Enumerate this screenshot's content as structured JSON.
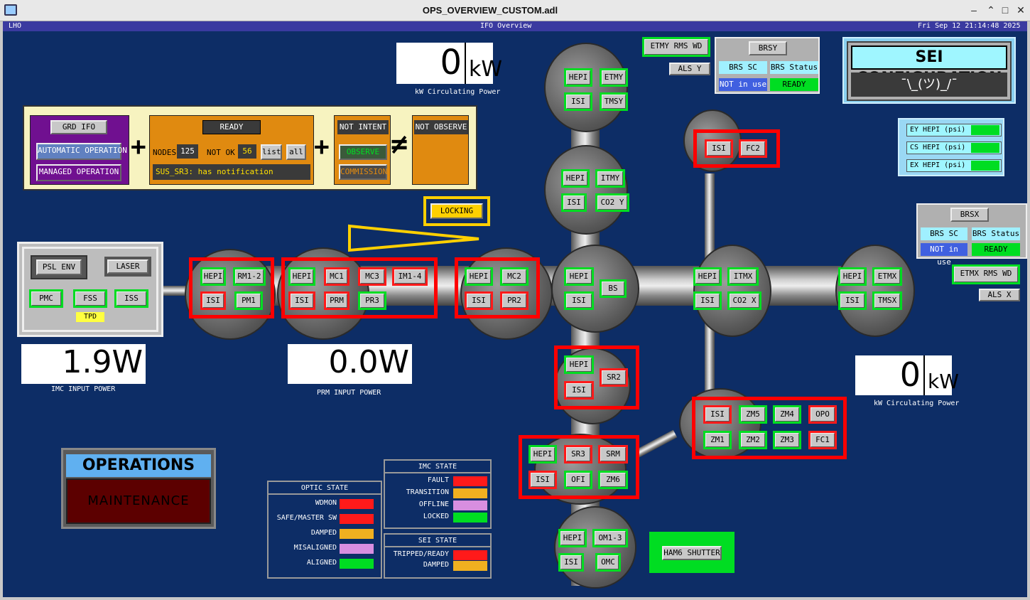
{
  "window": {
    "title": "OPS_OVERVIEW_CUSTOM.adl",
    "minimize": "–",
    "restore": "□",
    "close": "✕"
  },
  "infobar": {
    "site": "LHO",
    "screen_title": "IFO Overview",
    "datetime": "Fri Sep 12 21:14:48 2025"
  },
  "power": {
    "top_value": "0",
    "top_unit": "kW",
    "top_caption": "kW Circulating Power",
    "right_value": "0",
    "right_unit": "kW",
    "right_caption": "kW Circulating Power",
    "imc_value": "1.9W",
    "imc_caption": "IMC INPUT POWER",
    "prm_value": "0.0W",
    "prm_caption": "PRM INPUT POWER"
  },
  "guardian": {
    "grd_ifo": "GRD IFO",
    "auto_op": "AUTOMATIC OPERATION",
    "managed_op": "MANAGED OPERATION",
    "plus": "+",
    "neq": "≠",
    "ready": "READY",
    "nodes_label": "NODES",
    "nodes_value": "125",
    "notok_label": "NOT OK",
    "notok_value": "56",
    "list": "list",
    "all": "all",
    "notification": "SUS_SR3: has notification",
    "not_intent": "NOT INTENT",
    "observe": "OBSERVE",
    "commission": "COMMISSION",
    "not_observe": "NOT OBSERVE"
  },
  "locking": "LOCKING",
  "psl": {
    "env": "PSL ENV",
    "laser": "LASER",
    "pmc": "PMC",
    "fss": "FSS",
    "iss": "ISS",
    "tpd": "TPD"
  },
  "chambers": {
    "ham1": [
      "HEPI",
      "RM1-2",
      "ISI",
      "PM1"
    ],
    "ham23": [
      "HEPI",
      "MC1",
      "MC3",
      "IM1-4",
      "ISI",
      "PRM",
      "PR3"
    ],
    "ham3": [
      "HEPI",
      "MC2",
      "ISI",
      "PR2"
    ],
    "bsc": [
      "HEPI",
      "ISI",
      "BS"
    ],
    "itmx": [
      "HEPI",
      "ITMX",
      "ISI",
      "CO2 X"
    ],
    "etmx": [
      "HEPI",
      "ETMX",
      "ISI",
      "TMSX"
    ],
    "itmy": [
      "HEPI",
      "ITMY",
      "ISI",
      "CO2 Y"
    ],
    "etmy": [
      "HEPI",
      "ETMY",
      "ISI",
      "TMSY"
    ],
    "fc": [
      "ISI",
      "FC2"
    ],
    "ham4": [
      "HEPI",
      "ISI",
      "SR2"
    ],
    "ham5": [
      "HEPI",
      "SR3",
      "SRM",
      "ISI",
      "OFI",
      "ZM6"
    ],
    "ham6": [
      "HEPI",
      "OM1-3",
      "ISI",
      "OMC"
    ],
    "ham7": [
      "ISI",
      "ZM5",
      "ZM4",
      "OPO",
      "ZM1",
      "ZM2",
      "ZM3",
      "FC1"
    ]
  },
  "etmy_rms": "ETMY RMS WD",
  "als_y": "ALS Y",
  "etmx_rms": "ETMX RMS WD",
  "als_x": "ALS X",
  "brsy": {
    "title": "BRSY",
    "sc": "BRS SC",
    "status": "BRS Status",
    "sc_val": "NOT in use",
    "status_val": "READY"
  },
  "brsx": {
    "title": "BRSX",
    "sc": "BRS SC",
    "status": "BRS Status",
    "sc_val": "NOT in use",
    "status_val": "READY"
  },
  "sei_config": {
    "title": "SEI CONFIGURATION",
    "face": "¯\\_(ツ)_/¯"
  },
  "hepi_psi": [
    "EY HEPI (psi)",
    "CS HEPI (psi)",
    "EX HEPI (psi)"
  ],
  "ops_mode": {
    "title": "OPERATIONS MODE",
    "value": "MAINTENANCE"
  },
  "optic_state": {
    "title": "OPTIC STATE",
    "items": [
      {
        "label": "WDMON",
        "color": "#ff1a1a"
      },
      {
        "label": "SAFE/MASTER SW",
        "color": "#ff1a1a"
      },
      {
        "label": "DAMPED",
        "color": "#f0b020"
      },
      {
        "label": "MISALIGNED",
        "color": "#d88ee0"
      },
      {
        "label": "ALIGNED",
        "color": "#00dd22"
      }
    ]
  },
  "imc_state": {
    "title": "IMC STATE",
    "items": [
      {
        "label": "FAULT",
        "color": "#ff1a1a"
      },
      {
        "label": "TRANSITION",
        "color": "#f0b020"
      },
      {
        "label": "OFFLINE",
        "color": "#d88ee0"
      },
      {
        "label": "LOCKED",
        "color": "#00dd22"
      }
    ]
  },
  "sei_state": {
    "title": "SEI STATE",
    "items": [
      {
        "label": "TRIPPED/READY",
        "color": "#ff1a1a"
      },
      {
        "label": "DAMPED",
        "color": "#f0b020"
      }
    ]
  },
  "ham6_shutter": "HAM6 SHUTTER"
}
